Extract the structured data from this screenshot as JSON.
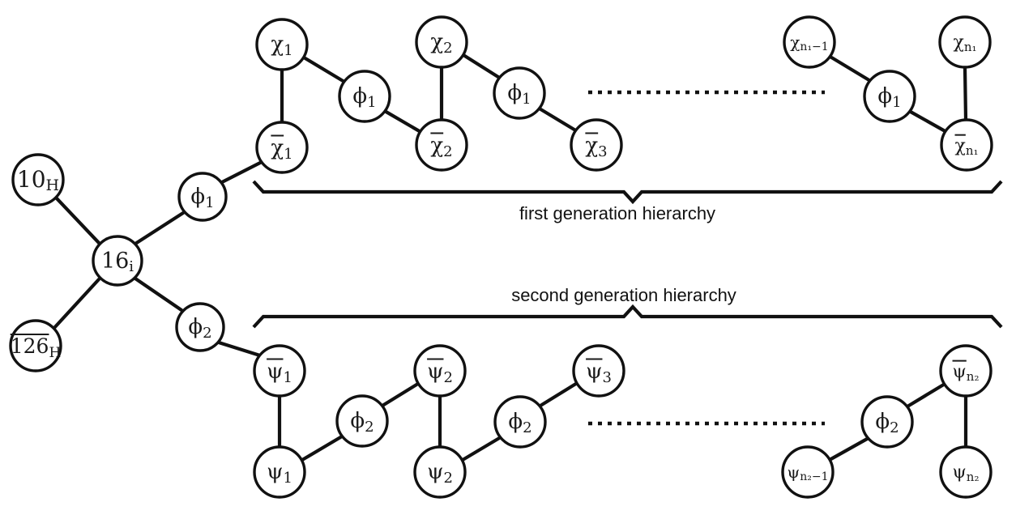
{
  "figure": {
    "type": "physics-moose-diagram",
    "background": "#ffffff",
    "ink": "#111111",
    "group_labels": [
      {
        "id": "first-generation",
        "text": "first generation hierarchy"
      },
      {
        "id": "second-generation",
        "text": "second generation hierarchy"
      }
    ],
    "nodes": {
      "higgs_10": {
        "base": "10",
        "sub": "H",
        "overline": false
      },
      "higgs_126": {
        "base": "126",
        "sub": "H",
        "overline": true
      },
      "matter_16": {
        "base": "16",
        "sub": "i",
        "overline": false
      },
      "phi1_root": {
        "base": "ϕ",
        "sub": "1",
        "overline": false
      },
      "phi2_root": {
        "base": "ϕ",
        "sub": "2",
        "overline": false
      },
      "chi1": {
        "base": "χ",
        "sub": "1",
        "overline": false
      },
      "chi1bar": {
        "base": "χ",
        "sub": "1",
        "overline": true
      },
      "phi1_a": {
        "base": "ϕ",
        "sub": "1",
        "overline": false
      },
      "chi2": {
        "base": "χ",
        "sub": "2",
        "overline": false
      },
      "chi2bar": {
        "base": "χ",
        "sub": "2",
        "overline": true
      },
      "phi1_b": {
        "base": "ϕ",
        "sub": "1",
        "overline": false
      },
      "chi3bar": {
        "base": "χ",
        "sub": "3",
        "overline": true
      },
      "chin1m1": {
        "base": "χ",
        "sub": "n₁−1",
        "overline": false
      },
      "phi1_c": {
        "base": "ϕ",
        "sub": "1",
        "overline": false
      },
      "chin1": {
        "base": "χ",
        "sub": "n₁",
        "overline": false
      },
      "chin1bar": {
        "base": "χ",
        "sub": "n₁",
        "overline": true
      },
      "psi1bar": {
        "base": "ψ",
        "sub": "1",
        "overline": true
      },
      "psi1": {
        "base": "ψ",
        "sub": "1",
        "overline": false
      },
      "phi2_a": {
        "base": "ϕ",
        "sub": "2",
        "overline": false
      },
      "psi2bar": {
        "base": "ψ",
        "sub": "2",
        "overline": true
      },
      "psi2": {
        "base": "ψ",
        "sub": "2",
        "overline": false
      },
      "phi2_b": {
        "base": "ϕ",
        "sub": "2",
        "overline": false
      },
      "psi3bar": {
        "base": "ψ",
        "sub": "3",
        "overline": true
      },
      "psin2m1": {
        "base": "ψ",
        "sub": "n₂−1",
        "overline": false
      },
      "phi2_c": {
        "base": "ϕ",
        "sub": "2",
        "overline": false
      },
      "psin2bar": {
        "base": "ψ",
        "sub": "n₂",
        "overline": true
      },
      "psin2": {
        "base": "ψ",
        "sub": "n₂",
        "overline": false
      }
    },
    "ellipsis": [
      {
        "id": "top-ellipsis"
      },
      {
        "id": "bottom-ellipsis"
      }
    ]
  }
}
